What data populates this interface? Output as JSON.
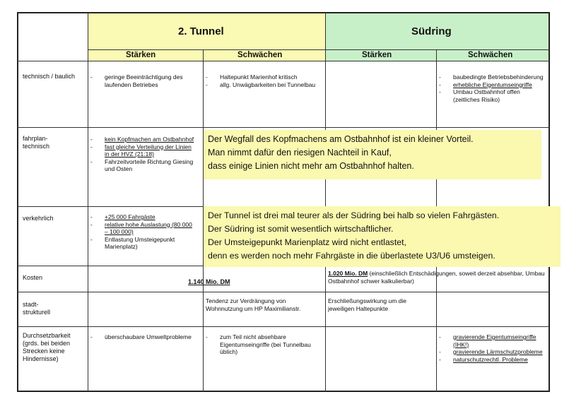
{
  "header": {
    "tunnel_title": "2. Tunnel",
    "suedring_title": "Südring",
    "tunnel_strengths": "Stärken",
    "tunnel_weaknesses": "Schwächen",
    "suedring_strengths": "Stärken",
    "suedring_weaknesses": "Schwächen",
    "colors": {
      "tunnel_header_bg": "#fafab4",
      "suedring_header_bg": "#c8f0c8",
      "note_bg": "#fbf8b0"
    }
  },
  "rows": {
    "technisch": {
      "label": "technisch / baulich",
      "tunnel_strengths": [
        "geringe Beeinträchtigung des laufenden Betriebes"
      ],
      "tunnel_weaknesses": [
        "Haltepunkt Marienhof kritisch",
        "allg. Unwägbarkeiten bei Tunnelbau"
      ],
      "suedring_weaknesses": [
        "baubedingte Betriebsbehinderung",
        "erhebliche Eigentumseingriffe",
        "Umbau Ostbahnhof offen (zeitliches Risiko)"
      ]
    },
    "fahrplan": {
      "label": "fahrplan-technisch",
      "tunnel_strengths": [
        "kein Kopfmachen am Ostbahnhof",
        "fast gleiche Verteilung der Linien in der HVZ (21:18)",
        "Fahrzeitvorteile Richtung Giesing und Osten"
      ]
    },
    "verkehr": {
      "label": "verkehrlich",
      "tunnel_strengths": [
        "+25 000 Fahrgäste",
        "relative hohe Auslastung (80 000 – 100 000)",
        "Entlastung Umsteigepunkt Marienplatz)"
      ]
    },
    "kosten": {
      "label": "Kosten",
      "tunnel_value": "1.140 Mio. DM",
      "suedring_value": "1.020 Mio. DM",
      "suedring_note": "(einschließlich Entschädigungen, soweit derzeit absehbar, Umbau Ostbahnhof schwer kalkulierbar)"
    },
    "stadt": {
      "label": "stadt-strukturell",
      "tunnel_weaknesses": "Tendenz zur Verdrängung von Wohnnutzung um HP Maximilianstr.",
      "suedring_strengths": "Erschließungswirkung um die jeweiligen Haltepunkte"
    },
    "durchsetz": {
      "label": "Durchsetzbarkeit (grds. bei beiden Strecken keine Hindernisse)",
      "tunnel_strengths": [
        "überschaubare Umweltprobleme"
      ],
      "tunnel_weaknesses": [
        "zum Teil nicht absehbare Eigentumseingriffe (bei Tunnelbau üblich)"
      ],
      "suedring_weaknesses": [
        "gravierende Eigentumseingriffe (IHK!)",
        "gravierende Lärmschutzprobleme",
        "naturschutzrechtl. Probleme"
      ]
    }
  },
  "notes": {
    "note1": [
      "Der Wegfall des Kopfmachens am Ostbahnhof ist ein kleiner Vorteil.",
      "Man nimmt dafür den riesigen Nachteil in Kauf,",
      "dass einige Linien nicht mehr am Ostbahnhof halten."
    ],
    "note2": [
      "Der Tunnel ist drei mal teurer als der Südring bei halb so vielen Fahrgästen.",
      "Der Südring ist somit wesentlich wirtschaftlicher.",
      "Der Umsteigepunkt Marienplatz wird nicht entlastet,",
      "denn es werden noch mehr Fahrgäste in die überlastete U3/U6 umsteigen."
    ]
  }
}
